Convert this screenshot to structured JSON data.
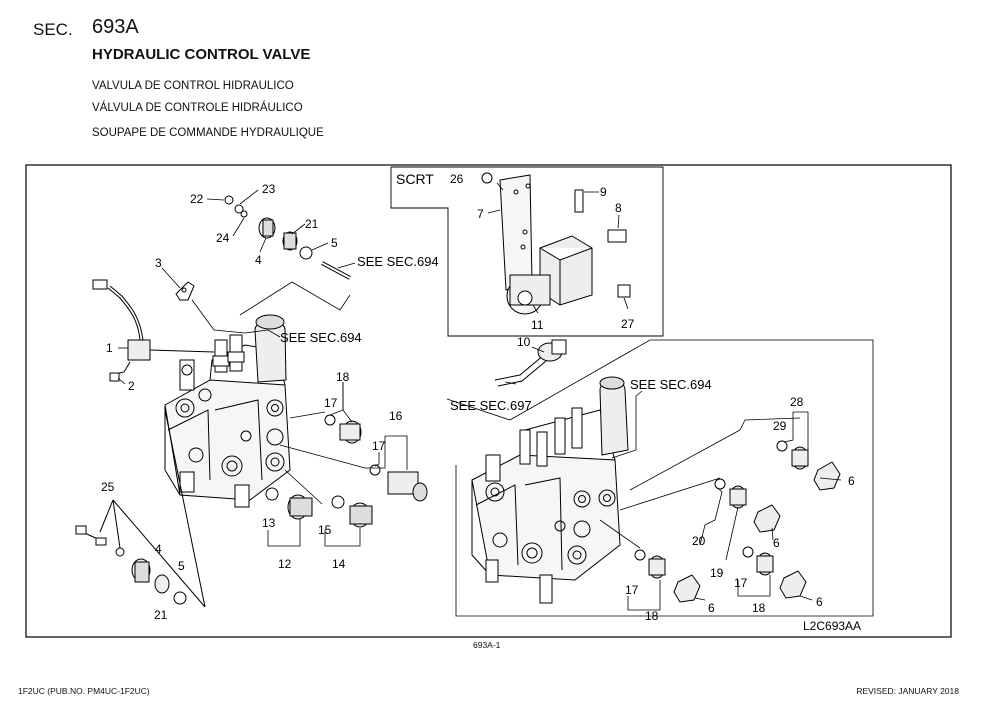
{
  "header": {
    "sec_label": "SEC.",
    "sec_number": "693A",
    "title": "HYDRAULIC CONTROL VALVE",
    "subtitles": [
      "VALVULA DE CONTROL HIDRAULICO",
      "VÁLVULA DE CONTROLE HIDRÁULICO",
      "SOUPAPE DE COMMANDE HYDRAULIQUE"
    ]
  },
  "diagram": {
    "inset_label": "SCRT",
    "drawing_code": "L2C693AA",
    "figure_id": "693A-1",
    "references": [
      "SEE SEC.694",
      "SEE SEC.694",
      "SEE SEC.694",
      "SEE  SEC.697"
    ],
    "callouts": [
      "1",
      "2",
      "3",
      "4",
      "5",
      "21",
      "22",
      "23",
      "24",
      "25",
      "4",
      "5",
      "21",
      "13",
      "12",
      "15",
      "14",
      "16",
      "17",
      "17",
      "18",
      "26",
      "7",
      "9",
      "8",
      "27",
      "11",
      "10",
      "28",
      "29",
      "6",
      "20",
      "19",
      "6",
      "17",
      "18",
      "6",
      "17",
      "18",
      "6"
    ]
  },
  "footer": {
    "left": "1F2UC (PUB.NO. PM4UC-1F2UC)",
    "right": "REVISED: JANUARY 2018"
  }
}
